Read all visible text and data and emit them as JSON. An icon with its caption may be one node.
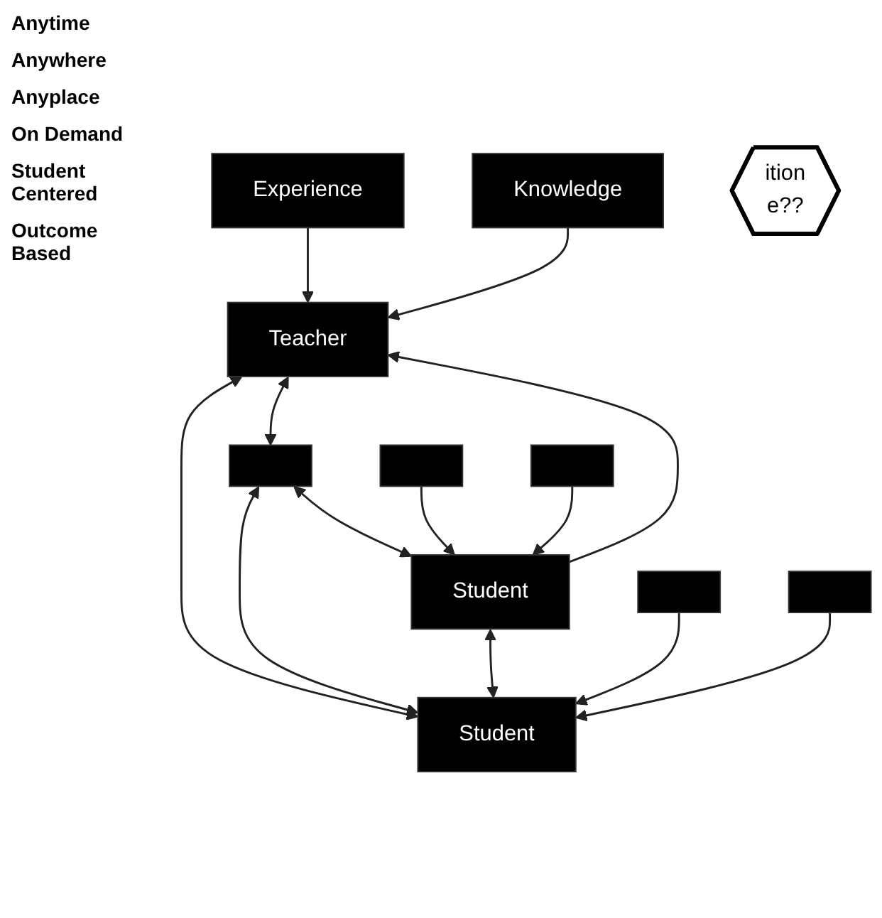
{
  "diagram": {
    "nodes": [
      {
        "text": [
          "Experience"
        ]
      },
      {
        "text": [
          "Knowledge"
        ]
      },
      {
        "text": [
          "Teacher"
        ]
      },
      {
        "text": [
          "ition",
          "e??"
        ]
      },
      {
        "text": [],
        "shape": "box"
      },
      {
        "text": [
          "Student"
        ]
      },
      {
        "text": [
          "Student"
        ]
      },
      {
        "text": [],
        "shape": "box"
      },
      {
        "text": [],
        "shape": "box"
      },
      {
        "text": [],
        "shape": "box"
      },
      {
        "text": [],
        "shape": "box"
      }
    ],
    "edges": [
      {
        "from": 0,
        "to": 2,
        "arrow": "to"
      },
      {
        "from": 1,
        "to": 2,
        "arrow": "to"
      },
      {
        "from": 2,
        "to": 4,
        "arrow": "both"
      },
      {
        "from": 5,
        "to": 2,
        "arrow": "to"
      },
      {
        "from": 2,
        "to": 6,
        "arrow": "both"
      },
      {
        "from": 4,
        "to": 5,
        "arrow": "both"
      },
      {
        "from": 4,
        "to": 6,
        "arrow": "both"
      },
      {
        "from": 5,
        "to": 6,
        "arrow": "both"
      },
      {
        "from": 7,
        "to": 5,
        "arrow": "to"
      },
      {
        "from": 8,
        "to": 5,
        "arrow": "to"
      },
      {
        "from": 9,
        "to": 6,
        "arrow": "to"
      },
      {
        "from": 10,
        "to": 6,
        "arrow": "to"
      }
    ],
    "labels": [
      "Anytime",
      "Anywhere",
      "Anyplace",
      "On Demand",
      "Student Centered",
      "Outcome Based"
    ]
  }
}
